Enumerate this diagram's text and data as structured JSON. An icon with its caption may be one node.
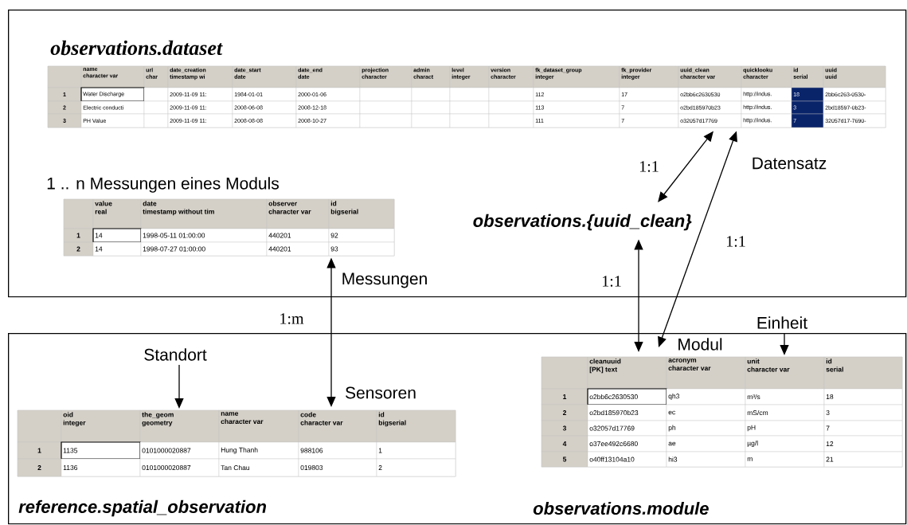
{
  "diagram": {
    "nodes": [
      {
        "text": [],
        "shape": "box"
      },
      {
        "text": [
          "observations.dataset"
        ],
        "in": 0
      },
      {
        "text": [
          "1 .. n Messungen eines Moduls"
        ],
        "in": 0
      },
      {
        "text": [
          "observations.{uuid_clean}"
        ],
        "in": 0
      },
      {
        "text": [],
        "shape": "box"
      },
      {
        "text": [
          "Standort"
        ],
        "in": 4
      },
      {
        "text": [
          "reference.spatial_observation"
        ],
        "in": 4
      },
      {
        "text": [
          "Einheit"
        ]
      },
      {
        "text": [
          "observations.module"
        ],
        "in": 4
      }
    ],
    "edges": [
      {
        "from": 3,
        "to": 1,
        "arrow": "both",
        "label": "1:1"
      },
      {
        "from": 8,
        "to": 1,
        "arrow": "both",
        "label": "1:1"
      },
      {
        "from": 8,
        "to": 3,
        "arrow": "both",
        "label": "1:1"
      },
      {
        "from": 2,
        "to": 6,
        "arrow": "both",
        "label": "1:m"
      },
      {
        "from": 5,
        "to": 6,
        "arrow": "to"
      },
      {
        "from": 7,
        "to": 8,
        "arrow": "to"
      }
    ],
    "labels": [
      "name",
      "character var",
      "url",
      "char",
      "date_creation",
      "timestamp wi",
      "date_start",
      "date",
      "date_end",
      "date",
      "projection",
      "character",
      "admin",
      "charact",
      "level",
      "integer",
      "version",
      "character",
      "fk_dataset_group",
      "integer",
      "fk_provider",
      "integer",
      "uuid_clean",
      "character var",
      "quicklooku",
      "character",
      "id",
      "serial",
      "uuid",
      "uuid",
      "1",
      "Water Discharge",
      "2009-11-09 11:",
      "1984-01-01",
      "2000-01-06",
      "112",
      "17",
      "o2bb6c2630530",
      "http://indus.",
      "18",
      "2bb6c263-0530-",
      "2",
      "Electric conducti",
      "2009-11-09 11:",
      "2008-06-08",
      "2008-12-18",
      "113",
      "7",
      "o2bd185970b23",
      "http://indus.",
      "3",
      "2bd18597-0b23-",
      "3",
      "PH Value",
      "2009-11-09 11:",
      "2008-08-08",
      "2008-10-27",
      "111",
      "7",
      "o32057d17769",
      "http://indus.",
      "7",
      "32057d17-7690-",
      "Datensatz",
      "value",
      "real",
      "date",
      "timestamp without tim",
      "observer",
      "character var",
      "id",
      "bigserial",
      "1",
      "14",
      "1998-05-11 01:00:00",
      "440201",
      "92",
      "2",
      "14",
      "1998-07-27 01:00:00",
      "440201",
      "93",
      "Messungen",
      "Modul",
      "Sensoren",
      "oid",
      "integer",
      "the_geom",
      "geometry",
      "name",
      "character var",
      "code",
      "character var",
      "id",
      "bigserial",
      "1",
      "1135",
      "0101000020887",
      "Hung Thanh",
      "988106",
      "1",
      "2",
      "1136",
      "0101000020887",
      "Tan Chau",
      "019803",
      "2",
      "cleanuuid",
      "[PK] text",
      "acronym",
      "character var",
      "unit",
      "character var",
      "id",
      "serial",
      "1",
      "o2bb6c2630530",
      "qh3",
      "m³/s",
      "18",
      "2",
      "o2bd185970b23",
      "ec",
      "mS/cm",
      "3",
      "3",
      "o32057d17769",
      "ph",
      "pH",
      "7",
      "4",
      "o37ee492c6680",
      "ae",
      "µg/l",
      "12",
      "5",
      "o40ff13104a10",
      "hi3",
      "m",
      "21"
    ]
  }
}
